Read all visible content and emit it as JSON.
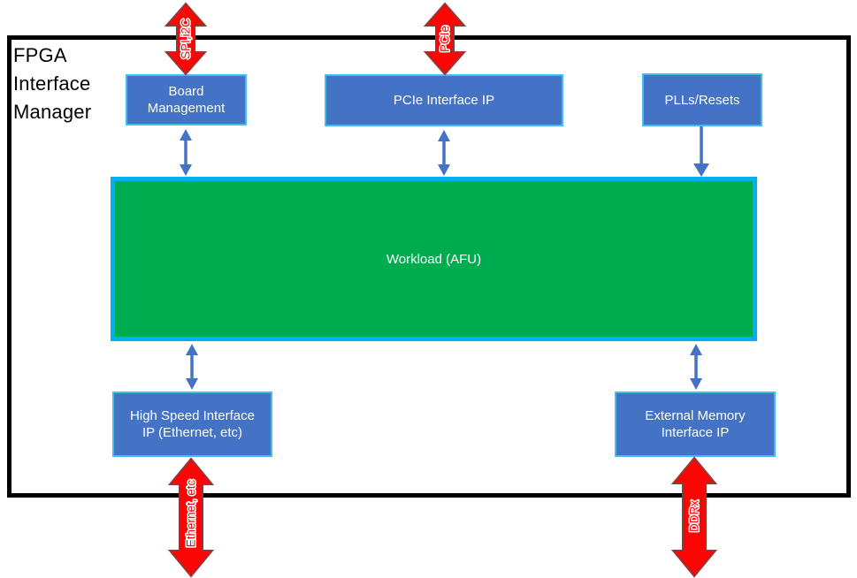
{
  "diagram": {
    "title": "FPGA\nInterface\nManager",
    "blocks": {
      "board_management": {
        "label": "Board\nManagement"
      },
      "pcie_interface": {
        "label": "PCIe Interface IP"
      },
      "plls_resets": {
        "label": "PLLs/Resets"
      },
      "workload": {
        "label": "Workload (AFU)"
      },
      "high_speed_interface": {
        "label": "High Speed Interface\nIP (Ethernet, etc)"
      },
      "external_memory": {
        "label": "External Memory\nInterface IP"
      }
    },
    "external_ports": {
      "spi_i2c": {
        "label": "SPI,i2C"
      },
      "pcie": {
        "label": "PCIe"
      },
      "ethernet": {
        "label": "Ethernet, etc"
      },
      "ddrx": {
        "label": "DDRx"
      }
    },
    "connectors": {
      "board_to_workload": {
        "direction": "bidirectional"
      },
      "pcie_to_workload": {
        "direction": "bidirectional"
      },
      "plls_to_workload": {
        "direction": "down"
      },
      "workload_to_highspeed": {
        "direction": "bidirectional"
      },
      "workload_to_extmem": {
        "direction": "bidirectional"
      }
    }
  },
  "colors": {
    "frame-black": "#000000",
    "box-fill": "#4472C4",
    "box-border": "#41BDF1",
    "workload-fill": "#00AC50",
    "workload-border": "#00B0F0",
    "arrow-red": "#FB0505",
    "arrow-red-border": "#953735",
    "connector-blue": "#4472C4",
    "label-white": "#FFFFFF",
    "title-black": "#000000"
  }
}
